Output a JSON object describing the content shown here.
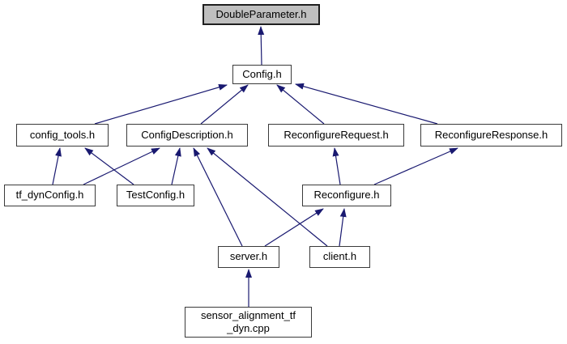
{
  "diagram": {
    "type": "include-dependency-graph",
    "colors": {
      "edge": "#191970",
      "node_border": "#3a3a3a",
      "node_fill": "#ffffff",
      "highlight_fill": "#bfbfbf",
      "background": "#ffffff",
      "text": "#000000"
    },
    "nodes": [
      {
        "id": "doubleparameter",
        "label": "DoubleParameter.h",
        "highlighted": true
      },
      {
        "id": "config",
        "label": "Config.h",
        "highlighted": false
      },
      {
        "id": "config_tools",
        "label": "config_tools.h",
        "highlighted": false
      },
      {
        "id": "configdescription",
        "label": "ConfigDescription.h",
        "highlighted": false
      },
      {
        "id": "reconfigurerequest",
        "label": "ReconfigureRequest.h",
        "highlighted": false
      },
      {
        "id": "reconfigureresponse",
        "label": "ReconfigureResponse.h",
        "highlighted": false
      },
      {
        "id": "tf_dynconfig",
        "label": "tf_dynConfig.h",
        "highlighted": false
      },
      {
        "id": "testconfig",
        "label": "TestConfig.h",
        "highlighted": false
      },
      {
        "id": "reconfigure",
        "label": "Reconfigure.h",
        "highlighted": false
      },
      {
        "id": "server",
        "label": "server.h",
        "highlighted": false
      },
      {
        "id": "client",
        "label": "client.h",
        "highlighted": false
      },
      {
        "id": "sensor_cpp",
        "label": "sensor_alignment_tf_dyn.cpp",
        "lines": [
          "sensor_alignment_tf",
          "_dyn.cpp"
        ],
        "highlighted": false
      }
    ],
    "edges": [
      {
        "from": "config",
        "to": "doubleparameter"
      },
      {
        "from": "config_tools",
        "to": "config"
      },
      {
        "from": "configdescription",
        "to": "config"
      },
      {
        "from": "reconfigurerequest",
        "to": "config"
      },
      {
        "from": "reconfigureresponse",
        "to": "config"
      },
      {
        "from": "tf_dynconfig",
        "to": "config_tools"
      },
      {
        "from": "testconfig",
        "to": "config_tools"
      },
      {
        "from": "tf_dynconfig",
        "to": "configdescription"
      },
      {
        "from": "testconfig",
        "to": "configdescription"
      },
      {
        "from": "server",
        "to": "configdescription"
      },
      {
        "from": "client",
        "to": "configdescription"
      },
      {
        "from": "reconfigure",
        "to": "reconfigurerequest"
      },
      {
        "from": "reconfigure",
        "to": "reconfigureresponse"
      },
      {
        "from": "server",
        "to": "reconfigure"
      },
      {
        "from": "client",
        "to": "reconfigure"
      },
      {
        "from": "sensor_cpp",
        "to": "server"
      }
    ]
  }
}
